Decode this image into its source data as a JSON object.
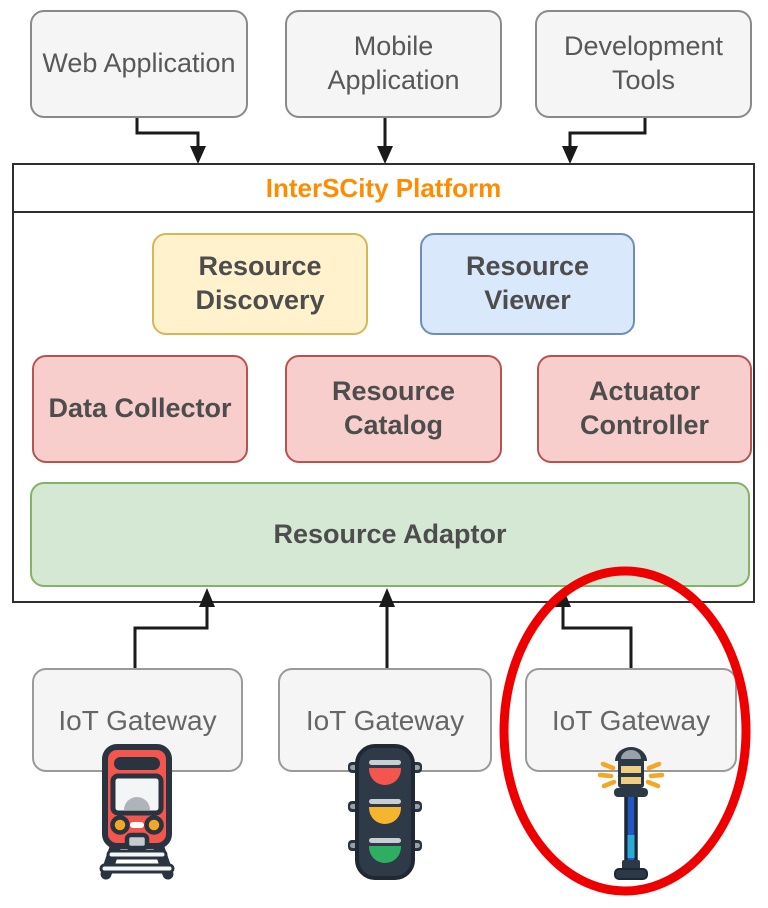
{
  "diagram": {
    "clients": [
      {
        "id": "web-application",
        "label": "Web Application"
      },
      {
        "id": "mobile-application",
        "label": "Mobile Application"
      },
      {
        "id": "development-tools",
        "label": "Development Tools"
      }
    ],
    "platform": {
      "title": "InterSCity Platform",
      "title_color": "#FF8C00",
      "services_row1": [
        {
          "id": "resource-discovery",
          "label": "Resource Discovery",
          "fill": "#FFF2CC",
          "border": "#D6B656"
        },
        {
          "id": "resource-viewer",
          "label": "Resource Viewer",
          "fill": "#DAE8FC",
          "border": "#6C8EBF"
        }
      ],
      "services_row2": [
        {
          "id": "data-collector",
          "label": "Data Collector",
          "fill": "#F8CECC",
          "border": "#B85450"
        },
        {
          "id": "resource-catalog",
          "label": "Resource Catalog",
          "fill": "#F8CECC",
          "border": "#B85450"
        },
        {
          "id": "actuator-controller",
          "label": "Actuator Controller",
          "fill": "#F8CECC",
          "border": "#B85450"
        }
      ],
      "adaptor": {
        "id": "resource-adaptor",
        "label": "Resource Adaptor",
        "fill": "#D5E8D4",
        "border": "#82B366"
      }
    },
    "gateways": [
      {
        "id": "iot-gateway-tram",
        "label": "IoT Gateway",
        "icon": "tram-icon"
      },
      {
        "id": "iot-gateway-traffic-light",
        "label": "IoT Gateway",
        "icon": "traffic-light-icon"
      },
      {
        "id": "iot-gateway-street-lamp",
        "label": "IoT Gateway",
        "icon": "street-lamp-icon",
        "highlighted": true
      }
    ],
    "annotation": {
      "shape": "ellipse",
      "color": "#EE0000",
      "target": "iot-gateway-street-lamp"
    },
    "connector_color": "#1A1A1A"
  }
}
